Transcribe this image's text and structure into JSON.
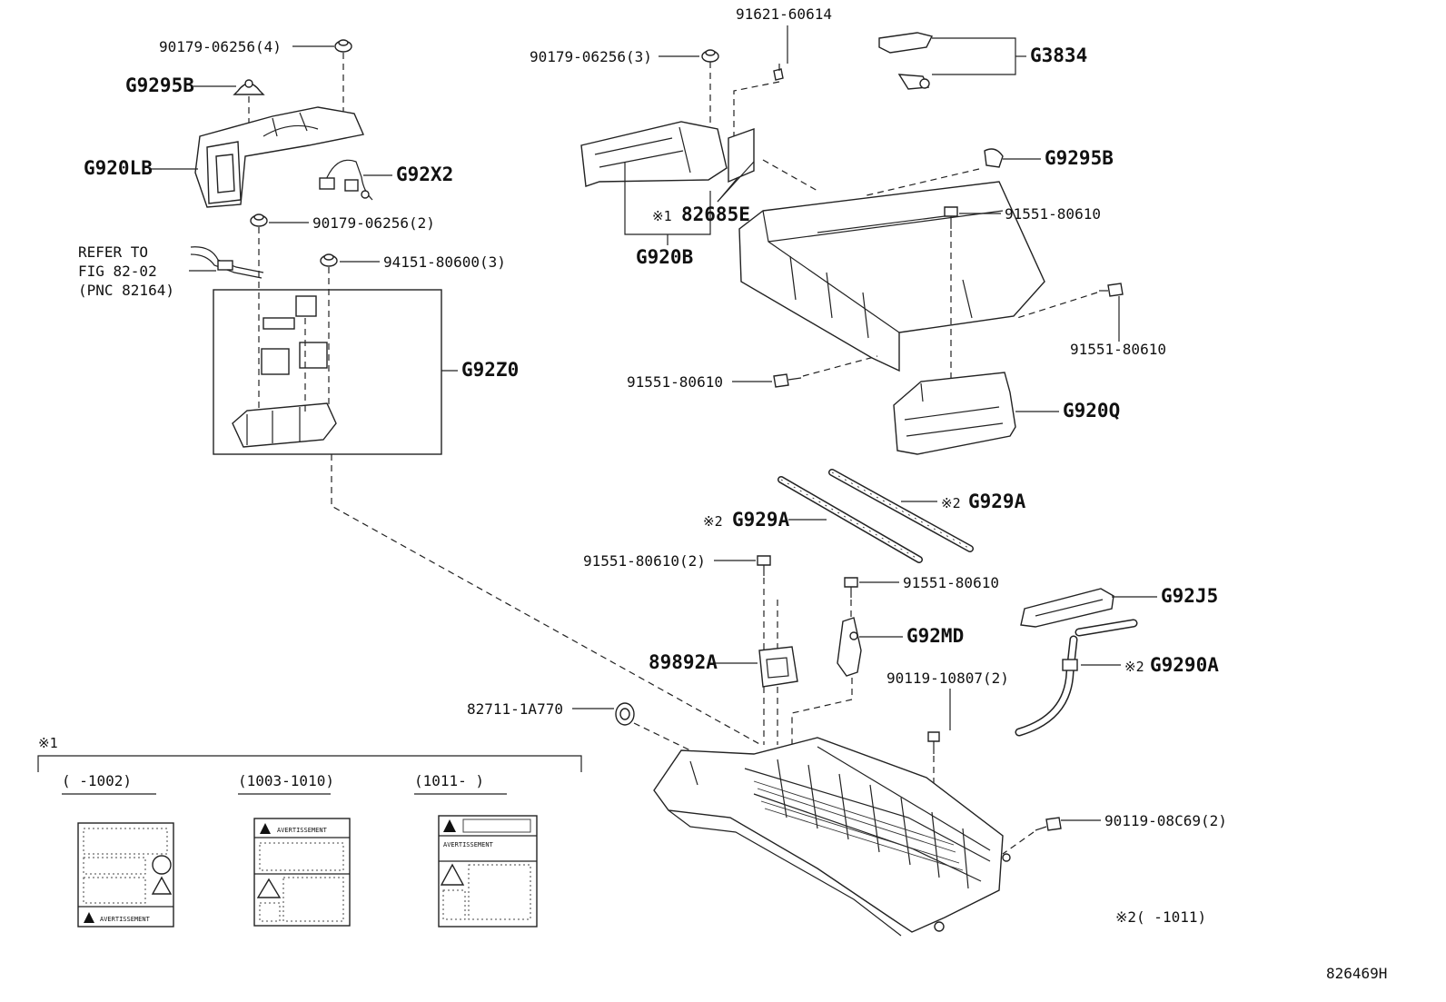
{
  "labels": {
    "p90179_4": "90179-06256(4)",
    "g9295b_left": "G9295B",
    "g920lb": "G920LB",
    "g92x2": "G92X2",
    "p90179_2": "90179-06256(2)",
    "refer_line1": "REFER TO",
    "refer_line2": "FIG 82-02",
    "refer_line3": "(PNC 82164)",
    "p94151": "94151-80600(3)",
    "g92z0": "G92Z0",
    "p91621": "91621-60614",
    "p90179_3": "90179-06256(3)",
    "g3834": "G3834",
    "g9295b_right": "G9295B",
    "p82685e_mark": "※1",
    "p82685e": "82685E",
    "g920b": "G920B",
    "p91551_a": "91551-80610",
    "p91551_b": "91551-80610",
    "p91551_c": "91551-80610",
    "g920q": "G920Q",
    "g929a_right_mark": "※2",
    "g929a_right": "G929A",
    "g929a_left_mark": "※2",
    "g929a_left": "G929A",
    "p91551_2": "91551-80610(2)",
    "p91551_d": "91551-80610",
    "g92j5": "G92J5",
    "g92md": "G92MD",
    "p89892a": "89892A",
    "g9290a_mark": "※2",
    "g9290a": "G9290A",
    "p90119_10807": "90119-10807(2)",
    "p82711": "82711-1A770",
    "p90119_08c69": "90119-08C69(2)",
    "note2": "※2(    -1011)",
    "fig_code": "826469H"
  },
  "inset": {
    "title": "※1",
    "col1": "(    -1002)",
    "col2": "(1003-1010)",
    "col3": "(1011-     )",
    "warn_text_1": "AVERTISSEMENT",
    "warn_text_2": "AVERTISSEMENT",
    "warn_text_3": "AVERTISSEMENT"
  }
}
